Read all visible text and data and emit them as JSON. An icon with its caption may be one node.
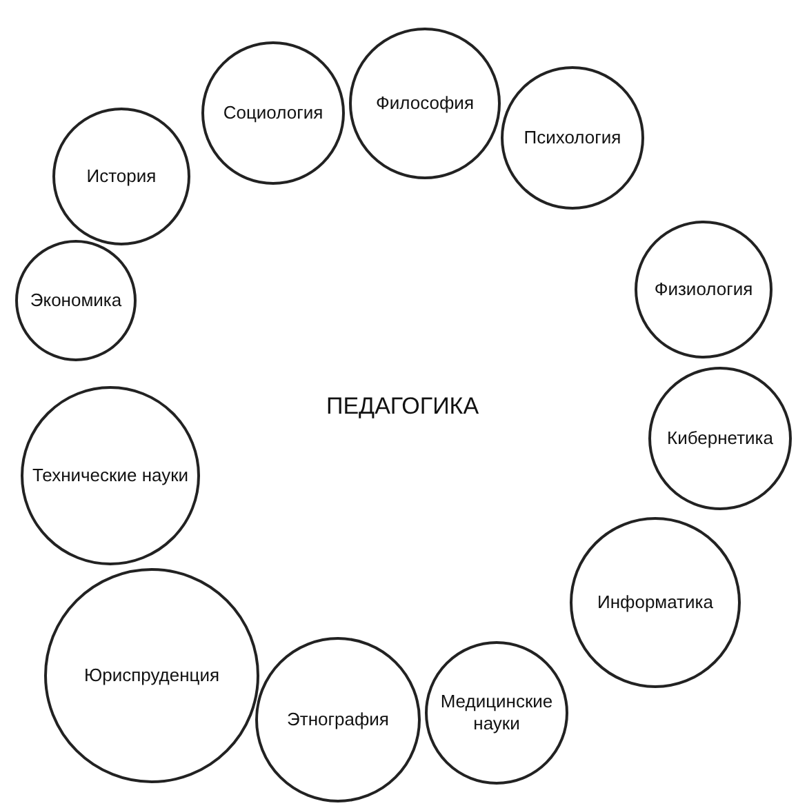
{
  "diagram": {
    "nodes": [
      {
        "text": [
          "Социология"
        ]
      },
      {
        "text": [
          "Философия"
        ]
      },
      {
        "text": [
          "Психология"
        ]
      },
      {
        "text": [
          "История"
        ]
      },
      {
        "text": [
          "Физиология"
        ]
      },
      {
        "text": [
          "Экономика"
        ]
      },
      {
        "text": [
          "Кибернетика"
        ]
      },
      {
        "text": [
          "Технические науки"
        ]
      },
      {
        "text": [
          "Информатика"
        ]
      },
      {
        "text": [
          "Юриспруденция"
        ]
      },
      {
        "text": [
          "Этнография"
        ]
      },
      {
        "text": [
          "Медицинские науки"
        ]
      }
    ],
    "edges": [],
    "labels": [
      "ПЕДАГОГИКА"
    ]
  }
}
